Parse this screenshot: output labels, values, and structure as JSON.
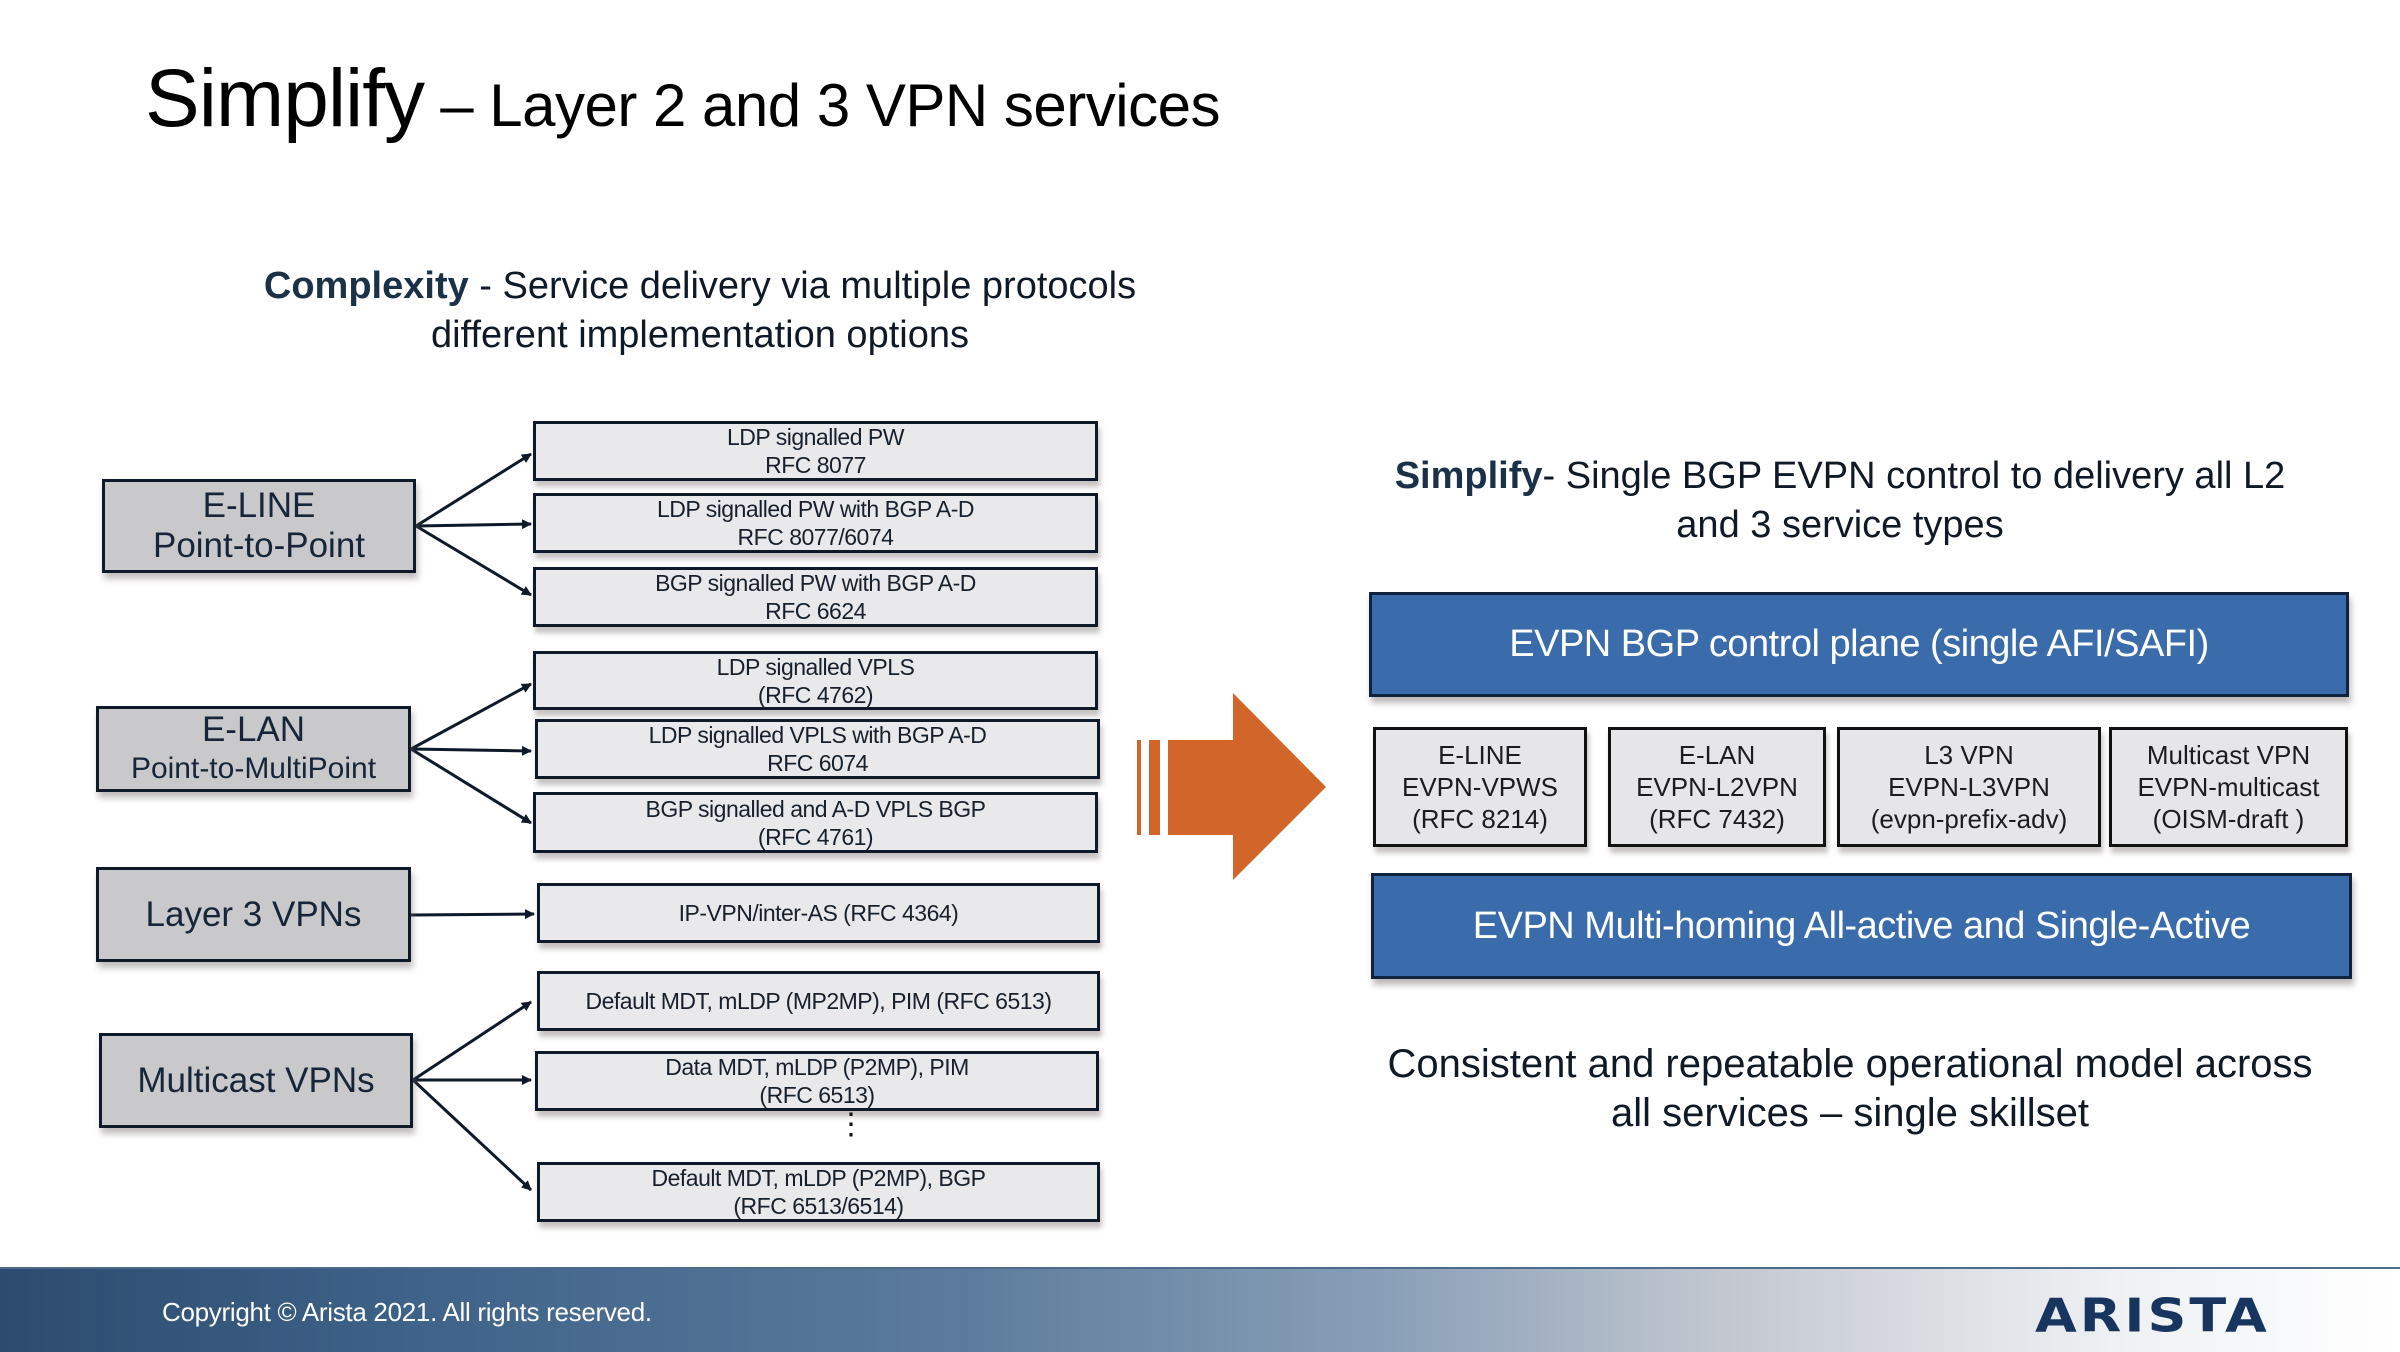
{
  "title": {
    "main": "Simplify",
    "rest": " – Layer 2 and 3 VPN services"
  },
  "left": {
    "heading": {
      "bold": "Complexity",
      "line1": " - Service delivery via multiple protocols",
      "line2": "different implementation options"
    },
    "categories": [
      {
        "line1": "E-LINE",
        "line2": "Point-to-Point"
      },
      {
        "line1": "E-LAN",
        "line2": "Point-to-MultiPoint"
      },
      {
        "line1": "Layer 3 VPNs",
        "line2": ""
      },
      {
        "line1": "Multicast VPNs",
        "line2": ""
      }
    ],
    "options": [
      {
        "line1": "LDP signalled PW",
        "line2": "RFC 8077"
      },
      {
        "line1": "LDP signalled PW with BGP A-D",
        "line2": "RFC 8077/6074"
      },
      {
        "line1": "BGP signalled PW with BGP A-D",
        "line2": "RFC 6624"
      },
      {
        "line1": "LDP signalled VPLS",
        "line2": "(RFC 4762)"
      },
      {
        "line1": "LDP signalled VPLS with BGP A-D",
        "line2": "RFC 6074"
      },
      {
        "line1": "BGP signalled and A-D VPLS BGP",
        "line2": "(RFC 4761)"
      },
      {
        "line1": "IP-VPN/inter-AS  (RFC 4364)",
        "line2": ""
      },
      {
        "line1": "Default MDT, mLDP (MP2MP), PIM (RFC 6513)",
        "line2": ""
      },
      {
        "line1": "Data MDT, mLDP (P2MP), PIM",
        "line2": "(RFC 6513)"
      },
      {
        "line1": "Default MDT, mLDP (P2MP), BGP",
        "line2": "(RFC 6513/6514)"
      }
    ],
    "ellipsis": "⋮"
  },
  "arrow": {
    "icon": "right-arrow-icon",
    "color": "#d2662a"
  },
  "right": {
    "heading": {
      "bold": "Simplify",
      "line1": "- Single BGP EVPN control to delivery all L2",
      "line2": "and 3 service types"
    },
    "control_plane": "EVPN BGP control plane (single AFI/SAFI)",
    "services": [
      {
        "line1": "E-LINE",
        "line2": "EVPN-VPWS",
        "line3": "(RFC 8214)"
      },
      {
        "line1": "E-LAN",
        "line2": "EVPN-L2VPN",
        "line3": "(RFC 7432)"
      },
      {
        "line1": "L3 VPN",
        "line2": "EVPN-L3VPN",
        "line3": "(evpn-prefix-adv)"
      },
      {
        "line1": "Multicast VPN",
        "line2": "EVPN-multicast",
        "line3": "(OISM-draft )"
      }
    ],
    "multihoming": "EVPN Multi-homing All-active and Single-Active",
    "summary": {
      "line1": "Consistent and repeatable operational model across",
      "line2": "all services – single skillset"
    }
  },
  "footer": {
    "copyright": "Copyright © Arista 2021. All rights reserved.",
    "logo": "ARISTA"
  },
  "colors": {
    "blue_bar": "#3a6bab",
    "arrow": "#d2662a",
    "heading_bold": "#1a3147",
    "logo": "#17355e"
  }
}
